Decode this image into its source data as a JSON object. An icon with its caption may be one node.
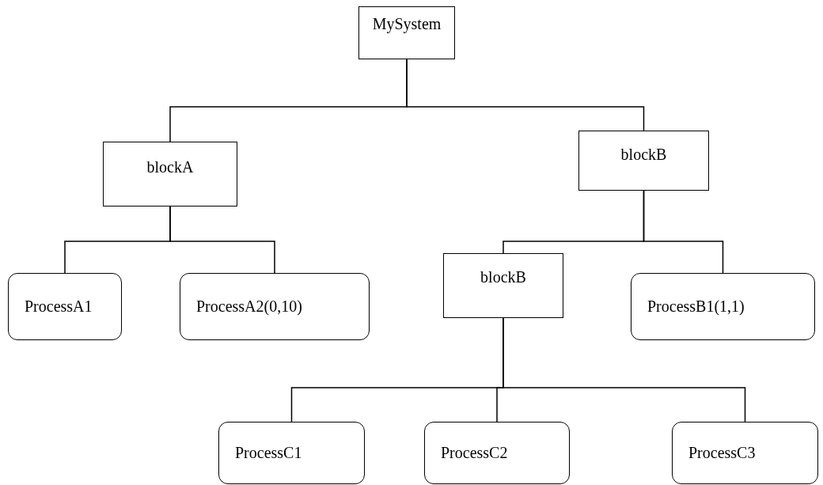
{
  "diagram": {
    "nodes": [
      {
        "text": [
          "MySystem"
        ]
      },
      {
        "text": [
          "blockA"
        ]
      },
      {
        "text": [
          "blockB"
        ]
      },
      {
        "text": [
          "ProcessA1"
        ]
      },
      {
        "text": [
          "ProcessA2(0,10)"
        ]
      },
      {
        "text": [
          "blockB"
        ]
      },
      {
        "text": [
          "ProcessB1(1,1)"
        ]
      },
      {
        "text": [
          "ProcessC1"
        ]
      },
      {
        "text": [
          "ProcessC2"
        ]
      },
      {
        "text": [
          "ProcessC3"
        ]
      }
    ],
    "edges": [
      {
        "from": 0,
        "to": 1,
        "arrow": "none"
      },
      {
        "from": 0,
        "to": 2,
        "arrow": "none"
      },
      {
        "from": 1,
        "to": 3,
        "arrow": "none"
      },
      {
        "from": 1,
        "to": 4,
        "arrow": "none"
      },
      {
        "from": 2,
        "to": 5,
        "arrow": "none"
      },
      {
        "from": 2,
        "to": 6,
        "arrow": "none"
      },
      {
        "from": 5,
        "to": 7,
        "arrow": "none"
      },
      {
        "from": 5,
        "to": 8,
        "arrow": "none"
      },
      {
        "from": 5,
        "to": 9,
        "arrow": "none"
      }
    ]
  }
}
